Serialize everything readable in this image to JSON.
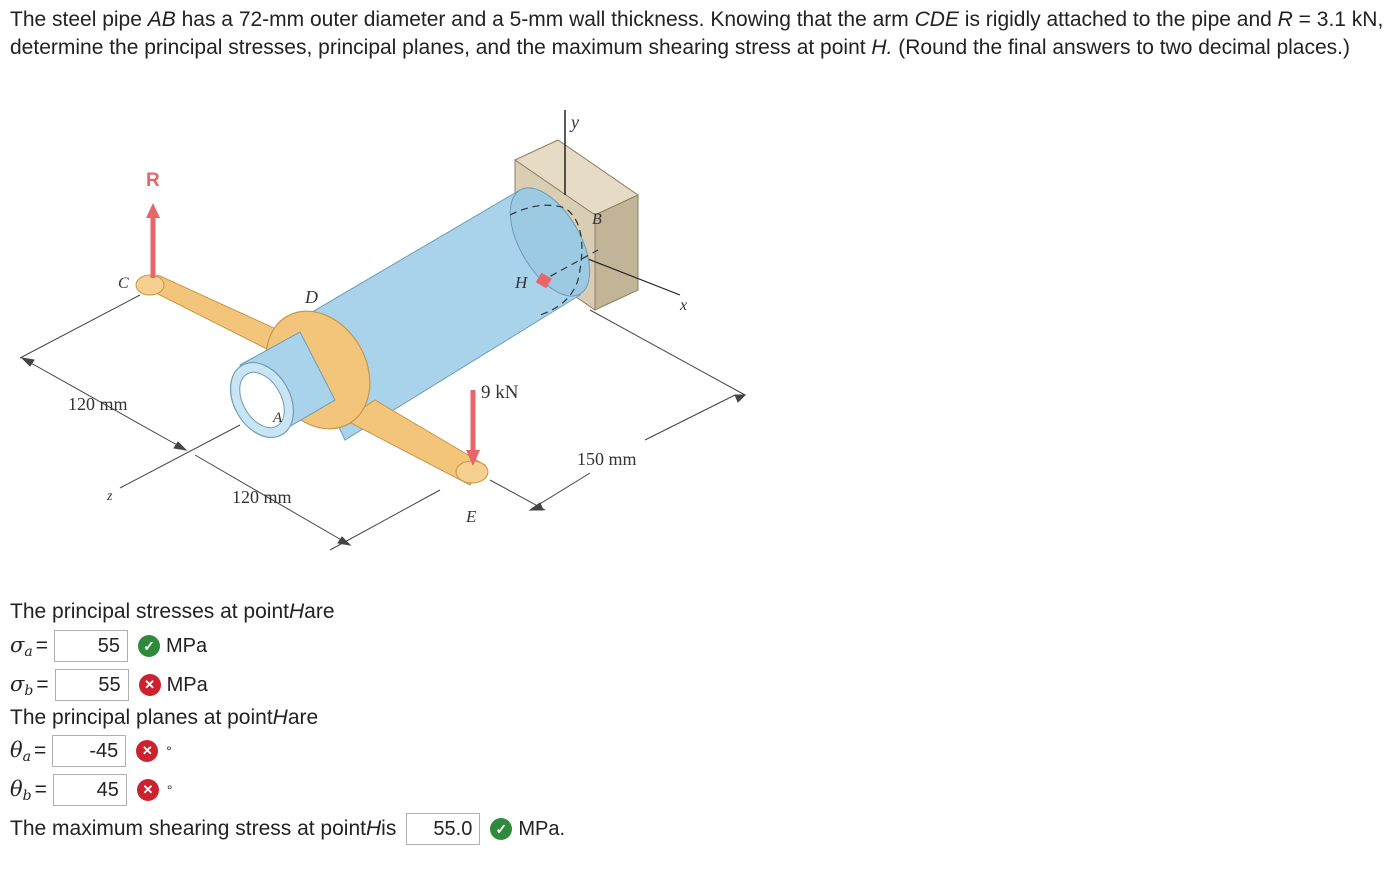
{
  "question": {
    "t1": "The steel pipe ",
    "AB": "AB",
    "t2": " has a 72-mm outer diameter and a 5-mm wall thickness. Knowing that the arm ",
    "CDE": "CDE",
    "t3": " is rigidly attached to the pipe and ",
    "R": "R",
    "t4": " = 3.1 kN, determine the principal stresses, principal planes, and the maximum shearing stress at point ",
    "H": "H.",
    "t5": " (Round the final answers to two decimal places.)"
  },
  "figure": {
    "label_R": "R",
    "label_C": "C",
    "label_D": "D",
    "label_A": "A",
    "label_B": "B",
    "label_E": "E",
    "label_H": "H",
    "label_x": "x",
    "label_y": "y",
    "label_z": "z",
    "dim_120_left": "120 mm",
    "dim_120_bottom": "120 mm",
    "dim_150": "150 mm",
    "load": "9 kN",
    "colors": {
      "pipe": "#a9d3ea",
      "arm": "#f3c57a",
      "arrow": "#e8666a",
      "wall": "#d9cdb4"
    }
  },
  "answers": {
    "stresses_prefix": "The principal stresses at point ",
    "stresses_H": "H",
    "stresses_suffix": " are",
    "sigma_a": {
      "sym": "σ",
      "sub": "a",
      "eq": "=",
      "value": "55",
      "status": "correct",
      "icon": "check-icon",
      "unit": "MPa"
    },
    "sigma_b": {
      "sym": "σ",
      "sub": "b",
      "eq": "=",
      "value": "55",
      "status": "incorrect",
      "icon": "x-icon",
      "unit": "MPa"
    },
    "planes_prefix": "The principal planes at point ",
    "planes_H": "H",
    "planes_suffix": " are",
    "theta_a": {
      "sym": "θ",
      "sub": "a",
      "eq": "=",
      "value": "-45",
      "status": "incorrect",
      "icon": "x-icon",
      "unit": "°"
    },
    "theta_b": {
      "sym": "θ",
      "sub": "b",
      "eq": "=",
      "value": "45",
      "status": "incorrect",
      "icon": "x-icon",
      "unit": "°"
    },
    "shear_prefix": "The maximum shearing stress at point ",
    "shear_H": "H",
    "shear_suffix": " is",
    "tau_max": {
      "value": "55.0",
      "status": "correct",
      "icon": "check-icon",
      "unit": "MPa."
    }
  }
}
